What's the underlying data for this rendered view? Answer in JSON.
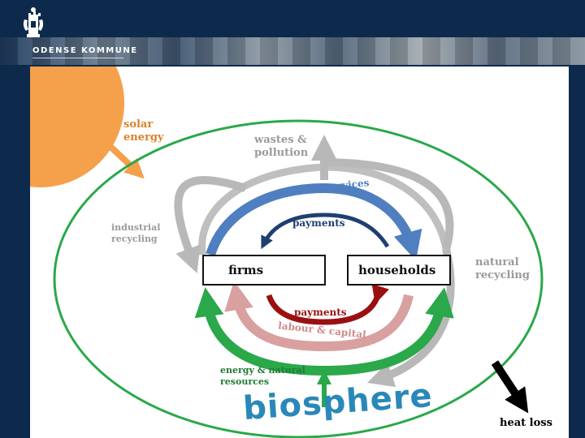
{
  "header": {
    "brand": "ODENSE KOMMUNE",
    "logo_icon": "odense-coat-of-arms-icon"
  },
  "diagram": {
    "solar_energy": "solar\nenergy",
    "wastes_pollution": "wastes &\npollution",
    "goods_services": "goods & services",
    "payments_top": "payments",
    "industrial_recycling": "industrial\nrecycling",
    "firms": "firms",
    "households": "households",
    "natural_recycling": "natural\nrecycling",
    "payments_bottom": "payments",
    "labour_capital": "labour & capital",
    "energy_resources": "energy & natural\nresources",
    "biosphere": "biosphere",
    "heat_loss": "heat loss"
  },
  "colors": {
    "navy": "#0d2a4d",
    "sun": "#f5a04a",
    "green": "#2aa84a",
    "blue": "#4f7fc0",
    "dark_blue": "#1f3f70",
    "dark_red": "#9a1010",
    "pink": "#d9a0a0",
    "grey": "#b8b8b8"
  }
}
